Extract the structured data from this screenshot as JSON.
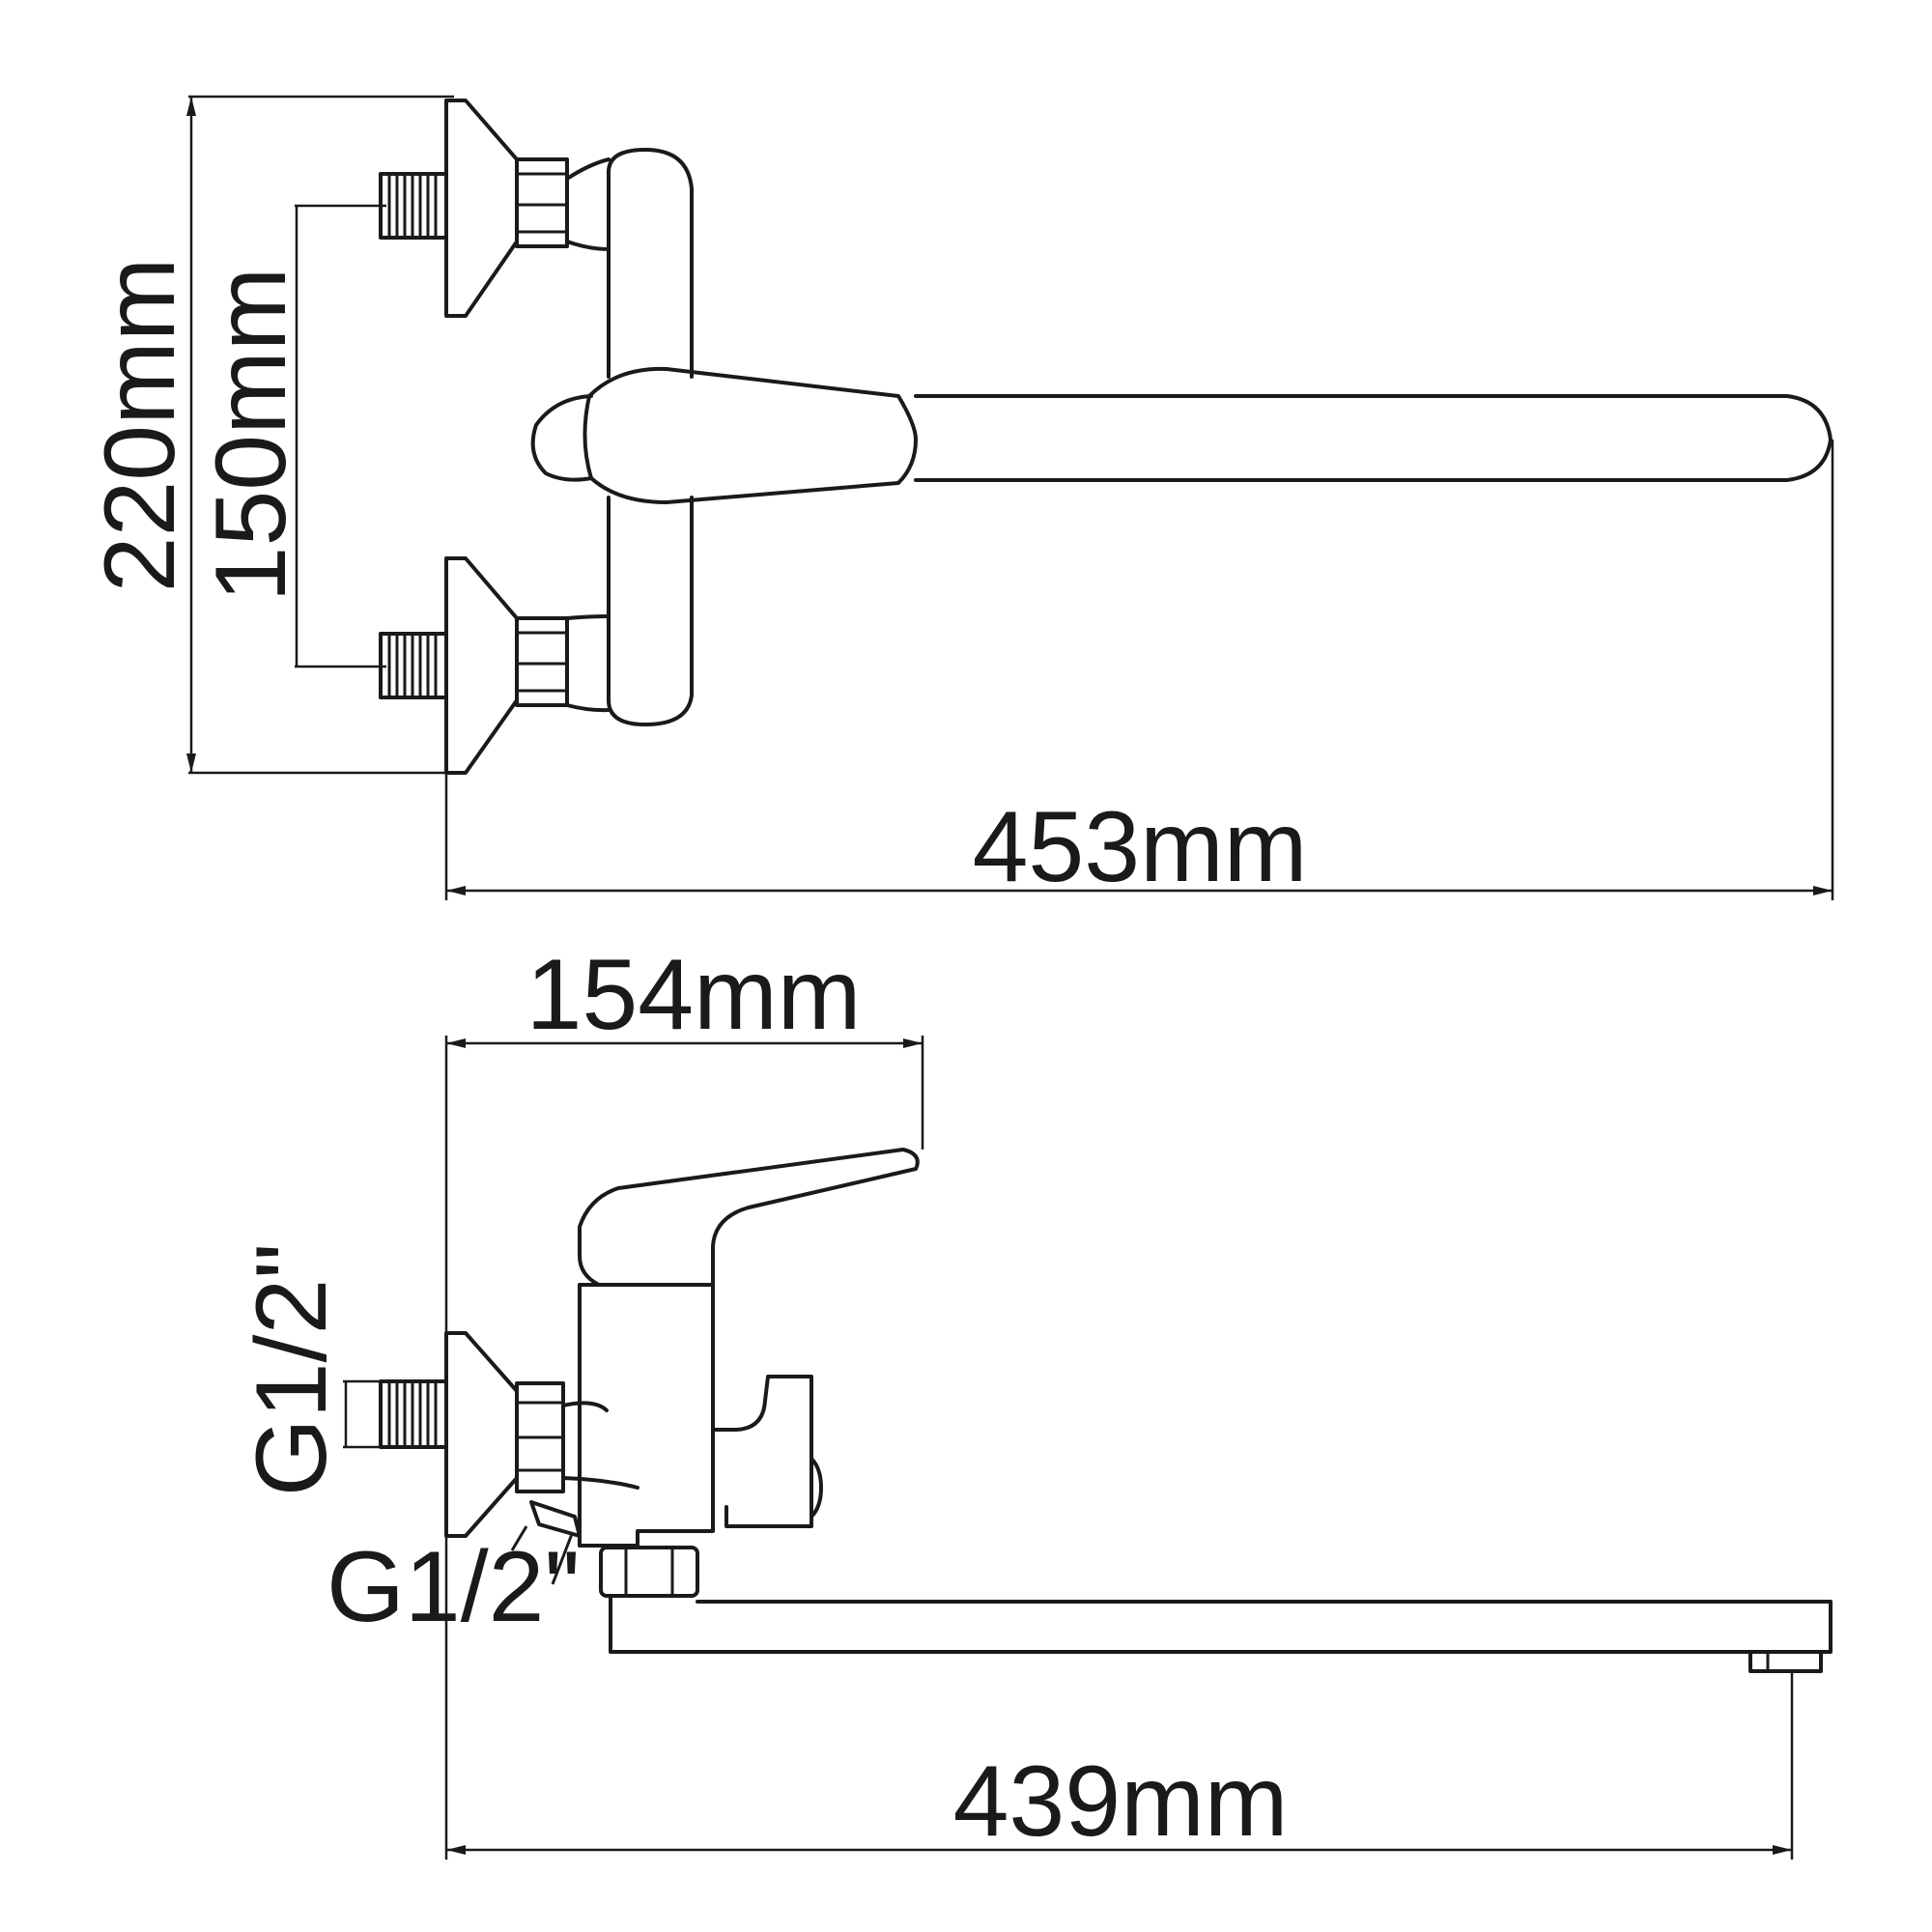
{
  "top_view": {
    "height_label": "220mm",
    "inlet_spacing_label": "150mm",
    "length_label": "453mm"
  },
  "side_view": {
    "depth_label": "154mm",
    "inlet_thread_label": "G1/2\"",
    "outlet_thread_label": "G1/2\"",
    "spout_length_label": "439mm"
  }
}
